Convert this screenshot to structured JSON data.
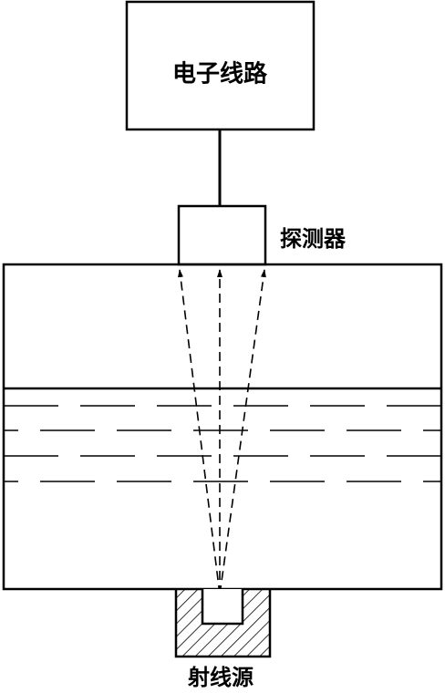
{
  "labels": {
    "electronics": "电子线路",
    "detector": "探测器",
    "source": "射线源"
  },
  "colors": {
    "stroke": "#000000",
    "background": "#ffffff"
  }
}
